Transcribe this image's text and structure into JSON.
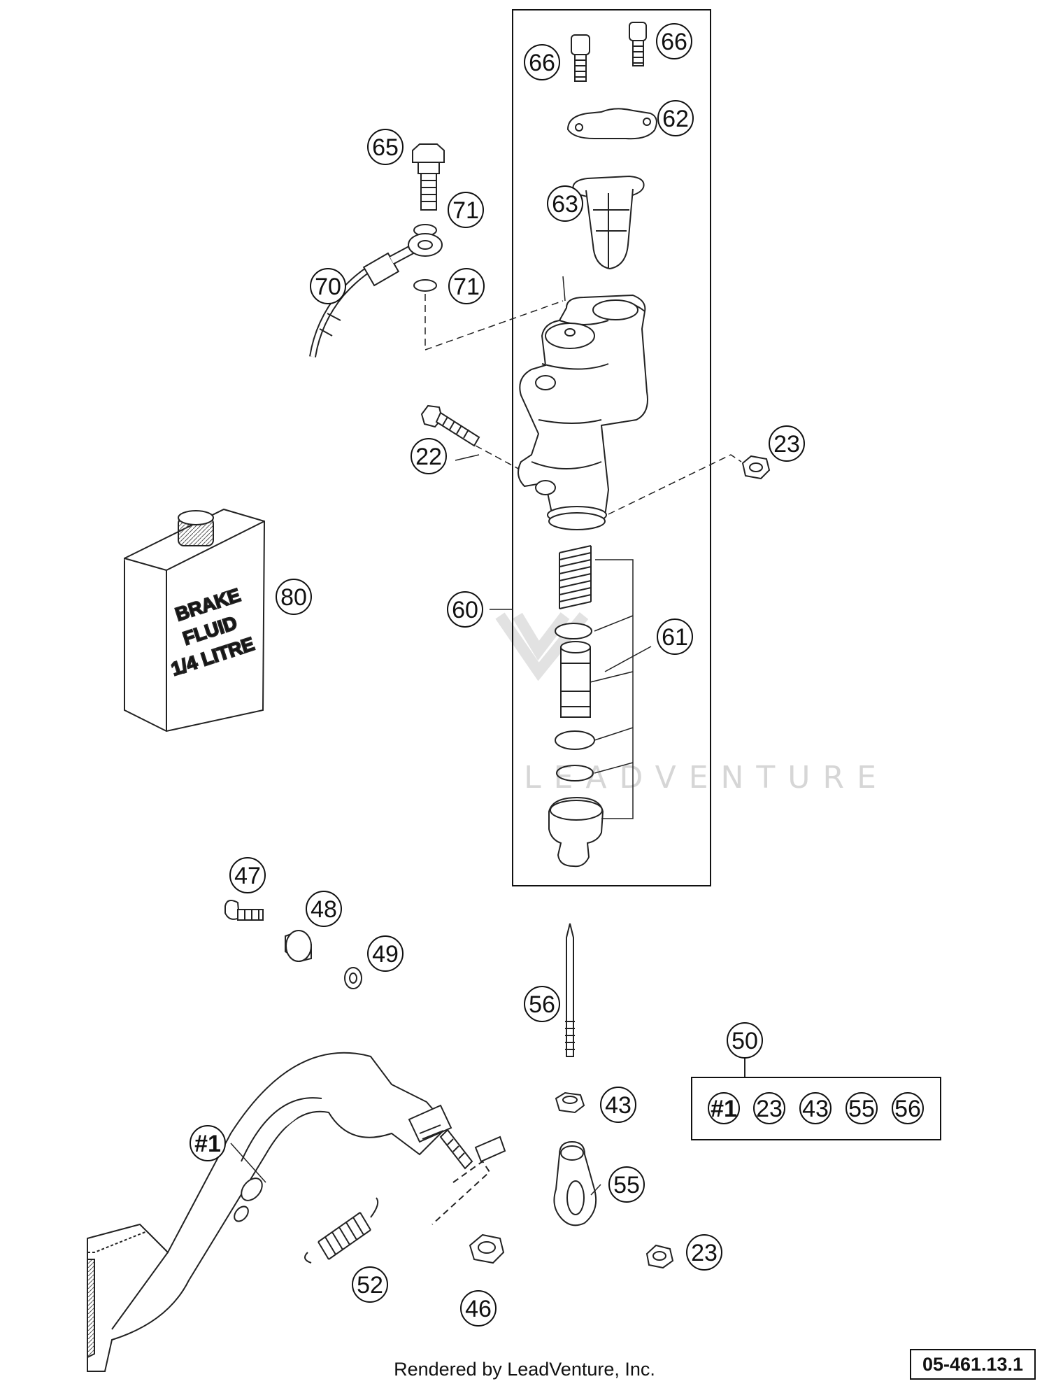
{
  "callouts": {
    "c66a": "66",
    "c66b": "66",
    "c62": "62",
    "c65": "65",
    "c71a": "71",
    "c63": "63",
    "c70": "70",
    "c71b": "71",
    "c22": "22",
    "c23a": "23",
    "c80": "80",
    "c60": "60",
    "c61": "61",
    "c47": "47",
    "c48": "48",
    "c49": "49",
    "c56": "56",
    "c50": "50",
    "c43": "43",
    "c1": "#1",
    "c55": "55",
    "c52": "52",
    "c46": "46",
    "c23b": "23"
  },
  "kit_items": [
    "#1",
    "23",
    "43",
    "55",
    "56"
  ],
  "can_label": {
    "line1": "BRAKE",
    "line2": "FLUID",
    "line3": "1/4 LITRE"
  },
  "watermark": "LEADVENTURE",
  "footer": "Rendered by LeadVenture, Inc.",
  "reference": "05-461.13.1"
}
